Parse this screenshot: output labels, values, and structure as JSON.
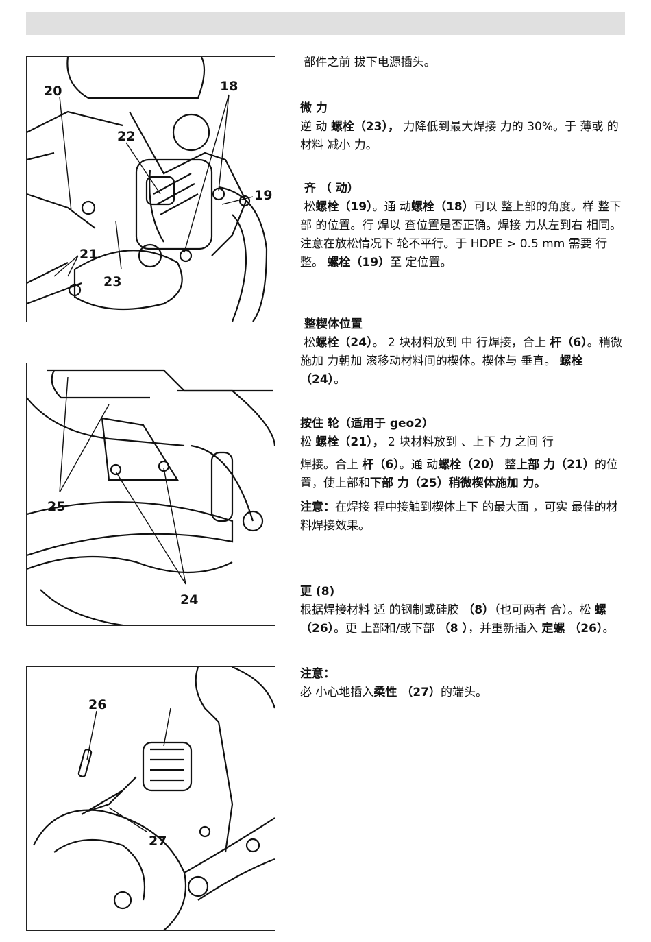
{
  "figures": {
    "fig1": {
      "labels": [
        "20",
        "18",
        "22",
        "19",
        "21",
        "23"
      ]
    },
    "fig2": {
      "labels": [
        "25",
        "24"
      ]
    },
    "fig3": {
      "labels": [
        "26",
        "27"
      ]
    }
  },
  "sections": {
    "intro": {
      "line": "部件之前 拔下电源插头。"
    },
    "s1": {
      "heading": "微 力",
      "t1": "逆  动 ",
      "b1": "螺栓（23），",
      "t2": " 力降低到最大焊接 力的 30%。于 薄或 的材料 减小 力。"
    },
    "s2": {
      "heading": "齐  （ 动）",
      "t1": "松",
      "b1": "螺栓（19）",
      "t2": "。通  动",
      "b2": "螺栓（18）",
      "t3": "可以 整上部的角度。样 整下部  的位置。行 焊以 查位置是否正确。焊接 力从左到右  相同。注意在放松情况下 轮不平行。于 HDPE > 0.5 mm 需要 行 整。 ",
      "b3": "螺栓（19）",
      "t4": "至 定位置。"
    },
    "s3": {
      "heading": "整楔体位置",
      "t1": "松",
      "b1": "螺栓（24）",
      "t2": "。   2  块材料放到  中 行焊接，合上 ",
      "b2": "杆（6）",
      "t3": "。稍微施加 力朝加 滚移动材料间的楔体。楔体与  垂直。 ",
      "b3": "螺栓（24）",
      "t4": "。"
    },
    "s4": {
      "heading": "按住 轮（适用于 geo2）",
      "t1": "松 ",
      "b1": "螺栓（21），",
      "t2": " 2 块材料放到  、上下 力 之间 行",
      "p2_t1": "焊接。合上 ",
      "p2_b1": "杆（6）",
      "p2_t2": "。通  动",
      "p2_b2": "螺栓（20）",
      "p2_t3": "  整",
      "p2_b3": "上部 力（21）",
      "p2_t4": "的位置，使上部和",
      "p2_b4": "下部 力（25）稍微楔体施加 力。",
      "note_label": "注意：",
      "note_text": "在焊接 程中接触到楔体上下 的最大面 ，可实 最佳的材料焊接效果。"
    },
    "s5": {
      "heading": "更  (8)",
      "t1": "根据焊接材料  适 的钢制或硅胶  ",
      "b1": "（8）",
      "t2": "（也可两者 合）。松  ",
      "b2": "螺 （26）",
      "t3": "。更 上部和/或下部  ",
      "b3": "（8 ）",
      "t4": "，并重新插入 ",
      "b4": "定螺 （26）",
      "t5": "。"
    },
    "s6": {
      "heading": "注意：",
      "t1": "必 小心地插入",
      "b1": "柔性 （27）",
      "t2": "的端头。"
    }
  }
}
